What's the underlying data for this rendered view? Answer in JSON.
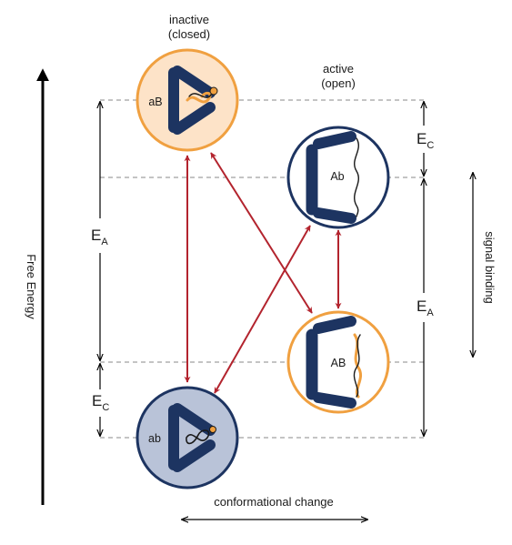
{
  "axis": {
    "free_energy_label": "Free Energy",
    "conformational_change_label": "conformational change",
    "signal_binding_label": "signal binding"
  },
  "headers": {
    "inactive_line1": "inactive",
    "inactive_line2": "(closed)",
    "active_line1": "active",
    "active_line2": "(open)"
  },
  "states": {
    "aB": {
      "label": "aB",
      "fill": "#fde3c8",
      "stroke": "#f0a040"
    },
    "Ab": {
      "label": "Ab",
      "fill": "#ffffff",
      "stroke": "#1d3461"
    },
    "AB": {
      "label": "AB",
      "fill": "#ffffff",
      "stroke": "#f0a040"
    },
    "ab": {
      "label": "ab",
      "fill": "#b9c3d8",
      "stroke": "#1d3461"
    }
  },
  "energy_labels": {
    "left_top": {
      "main": "E",
      "sub": "A"
    },
    "left_bottom": {
      "main": "E",
      "sub": "C"
    },
    "right_top": {
      "main": "E",
      "sub": "C"
    },
    "right_bottom": {
      "main": "E",
      "sub": "A"
    }
  },
  "colors": {
    "transition_arrow": "#b3242e",
    "protein": "#1d3461",
    "ligand": "#f0a040",
    "guide_line": "#888888",
    "axis_arrow": "#000000"
  }
}
